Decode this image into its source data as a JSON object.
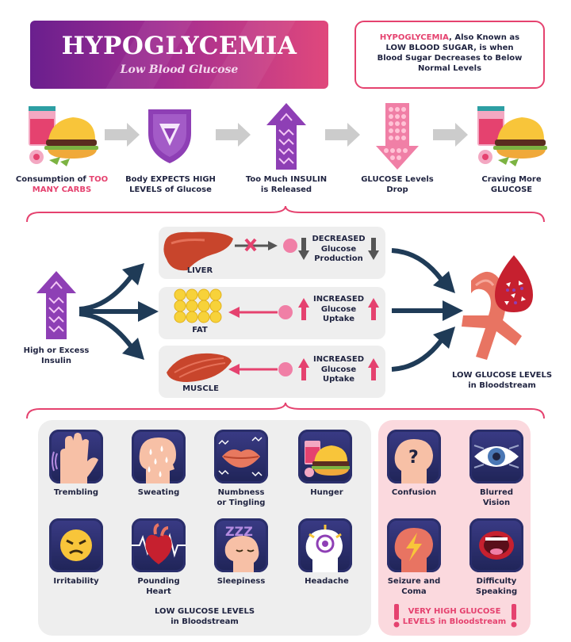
{
  "header": {
    "title": "HYPOGLYCEMIA",
    "subtitle": "Low Blood Glucose"
  },
  "definition": {
    "term": "HYPOGLYCEMIA",
    "line1_rest": ", Also Known as",
    "line2": "LOW BLOOD SUGAR, is when",
    "line3": "Blood Sugar Decreases to Below",
    "line4": "Normal Levels"
  },
  "flow": {
    "step1_a": "Consumption of ",
    "step1_b": "TOO",
    "step1_c": "MANY CARBS",
    "step2_a": "Body EXPECTS HIGH",
    "step2_b": "LEVELS of Glucose",
    "step3_a": "Too Much INSULIN",
    "step3_b": "is Released",
    "step4_a": "GLUCOSE Levels",
    "step4_b": "Drop",
    "step5_a": "Craving More",
    "step5_b": "GLUCOSE"
  },
  "mechanism": {
    "insulin_label_a": "High or Excess",
    "insulin_label_b": "Insulin",
    "organs": [
      {
        "name": "LIVER",
        "effect_a": "DECREASED",
        "effect_b": "Glucose",
        "effect_c": "Production"
      },
      {
        "name": "FAT",
        "effect_a": "INCREASED",
        "effect_b": "Glucose",
        "effect_c": "Uptake"
      },
      {
        "name": "MUSCLE",
        "effect_a": "INCREASED",
        "effect_b": "Glucose",
        "effect_c": "Uptake"
      }
    ],
    "result_a": "LOW GLUCOSE LEVELS",
    "result_b": "in Bloodstream"
  },
  "symptoms_low": {
    "items": [
      "Trembling",
      "Sweating",
      "Numbness",
      "or Tingling",
      "Hunger",
      "Irritability",
      "Pounding",
      "Heart",
      "Sleepiness",
      "Headache"
    ],
    "footer_a": "LOW GLUCOSE LEVELS",
    "footer_b": "in Bloodstream"
  },
  "symptoms_high": {
    "items": [
      "Confusion",
      "Blurred",
      "Vision",
      "Seizure and",
      "Coma",
      "Difficulty",
      "Speaking"
    ],
    "footer_a": "VERY HIGH GLUCOSE",
    "footer_b": "LEVELS in Bloodstream"
  },
  "colors": {
    "accent_pink": "#e5426f",
    "navy": "#1f2340",
    "purple": "#7b3fa0",
    "grey_arrow": "#cccccc",
    "dark_arrow": "#1f3b57"
  },
  "icons": [
    "drink-burger-icon",
    "shield-icon",
    "insulin-arrow-icon",
    "glucose-down-arrow-icon",
    "liver-icon",
    "fat-cells-icon",
    "muscle-icon",
    "blood-vessel-icon",
    "hand-icon",
    "sweat-head-icon",
    "lips-icon",
    "angry-face-icon",
    "heart-icon",
    "sleep-head-icon",
    "headache-head-icon",
    "question-head-icon",
    "eye-icon",
    "lightning-head-icon",
    "mouth-icon"
  ]
}
